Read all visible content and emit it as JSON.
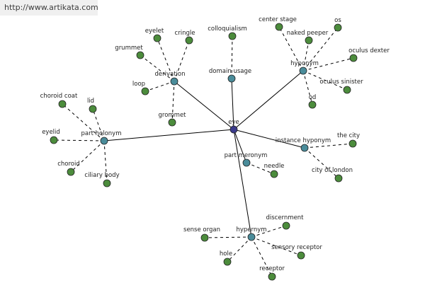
{
  "watermark": "http://www.artikata.com",
  "colors": {
    "root": "#3a3a8c",
    "relation": "#4a8c9a",
    "leaf": "#4c8c3c",
    "edge": "#000000"
  },
  "graph": {
    "root": {
      "id": "eye",
      "label": "eye"
    },
    "relations": [
      {
        "id": "derivation",
        "label": "derivation"
      },
      {
        "id": "domain-usage",
        "label": "domain usage"
      },
      {
        "id": "hyponym",
        "label": "hyponym"
      },
      {
        "id": "part-holonym",
        "label": "part holonym"
      },
      {
        "id": "instance-hyponym",
        "label": "instance hyponym"
      },
      {
        "id": "part-meronym",
        "label": "part meronym"
      },
      {
        "id": "hypernym",
        "label": "hypernym"
      }
    ],
    "leaves": [
      {
        "id": "grummet",
        "label": "grummet",
        "parent": "derivation"
      },
      {
        "id": "eyelet",
        "label": "eyelet",
        "parent": "derivation"
      },
      {
        "id": "cringle",
        "label": "cringle",
        "parent": "derivation"
      },
      {
        "id": "loop",
        "label": "loop",
        "parent": "derivation"
      },
      {
        "id": "grommet",
        "label": "grommet",
        "parent": "derivation"
      },
      {
        "id": "colloquialism",
        "label": "colloquialism",
        "parent": "domain-usage"
      },
      {
        "id": "center-stage",
        "label": "center stage",
        "parent": "hyponym"
      },
      {
        "id": "os",
        "label": "os",
        "parent": "hyponym"
      },
      {
        "id": "naked-peeper",
        "label": "naked peeper",
        "parent": "hyponym"
      },
      {
        "id": "oculus-dexter",
        "label": "oculus dexter",
        "parent": "hyponym"
      },
      {
        "id": "oculus-sinister",
        "label": "oculus sinister",
        "parent": "hyponym"
      },
      {
        "id": "od",
        "label": "od",
        "parent": "hyponym"
      },
      {
        "id": "choroid-coat",
        "label": "choroid coat",
        "parent": "part-holonym"
      },
      {
        "id": "lid",
        "label": "lid",
        "parent": "part-holonym"
      },
      {
        "id": "eyelid",
        "label": "eyelid",
        "parent": "part-holonym"
      },
      {
        "id": "choroid",
        "label": "choroid",
        "parent": "part-holonym"
      },
      {
        "id": "ciliary-body",
        "label": "ciliary body",
        "parent": "part-holonym"
      },
      {
        "id": "the-city",
        "label": "the city",
        "parent": "instance-hyponym"
      },
      {
        "id": "city-of-london",
        "label": "city of london",
        "parent": "instance-hyponym"
      },
      {
        "id": "needle",
        "label": "needle",
        "parent": "part-meronym"
      },
      {
        "id": "sense-organ",
        "label": "sense organ",
        "parent": "hypernym"
      },
      {
        "id": "discernment",
        "label": "discernment",
        "parent": "hypernym"
      },
      {
        "id": "sensory-receptor",
        "label": "sensory receptor",
        "parent": "hypernym"
      },
      {
        "id": "hole",
        "label": "hole",
        "parent": "hypernym"
      },
      {
        "id": "receptor",
        "label": "receptor",
        "parent": "hypernym"
      }
    ]
  }
}
